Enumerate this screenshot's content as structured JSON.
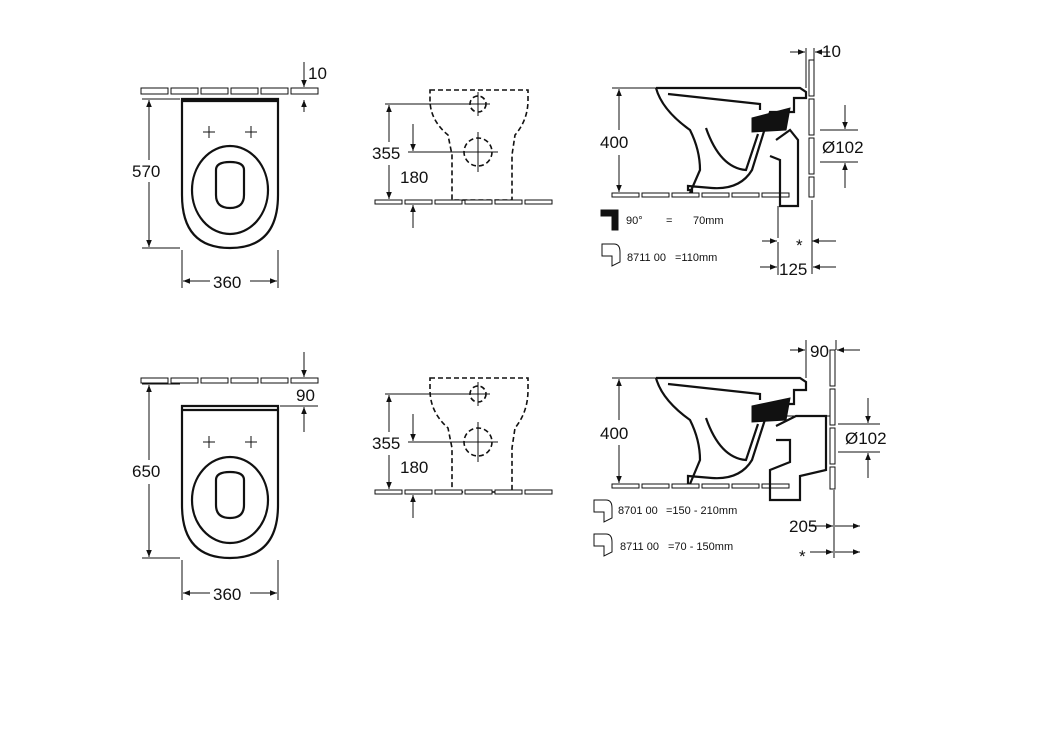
{
  "colors": {
    "line": "#111111",
    "background": "#ffffff"
  },
  "top_row": {
    "plan": {
      "depth": "570",
      "width": "360",
      "wall_gap": "10"
    },
    "front": {
      "seat_height": "355",
      "outlet_height": "180"
    },
    "side": {
      "height": "400",
      "pipe_diameter": "Ø102",
      "wall_gap": "10",
      "outlet_offset": "125",
      "asterisk": "*",
      "legend": [
        {
          "icon": "elbow-icon",
          "code": "90°",
          "eq": "=",
          "value": "70mm"
        },
        {
          "icon": "bend-icon",
          "code": "8711 00",
          "eq": "=110mm",
          "value": ""
        }
      ]
    }
  },
  "bottom_row": {
    "plan": {
      "depth": "650",
      "width": "360",
      "wall_gap": "90"
    },
    "front": {
      "seat_height": "355",
      "outlet_height": "180"
    },
    "side": {
      "height": "400",
      "pipe_diameter": "Ø102",
      "wall_gap": "90",
      "outlet_offset": "205",
      "asterisk": "*",
      "legend": [
        {
          "icon": "bend-icon",
          "code": "8701 00",
          "value": "=150 - 210mm"
        },
        {
          "icon": "bend-icon",
          "code": "8711 00",
          "value": "=70 -  150mm"
        }
      ]
    }
  }
}
